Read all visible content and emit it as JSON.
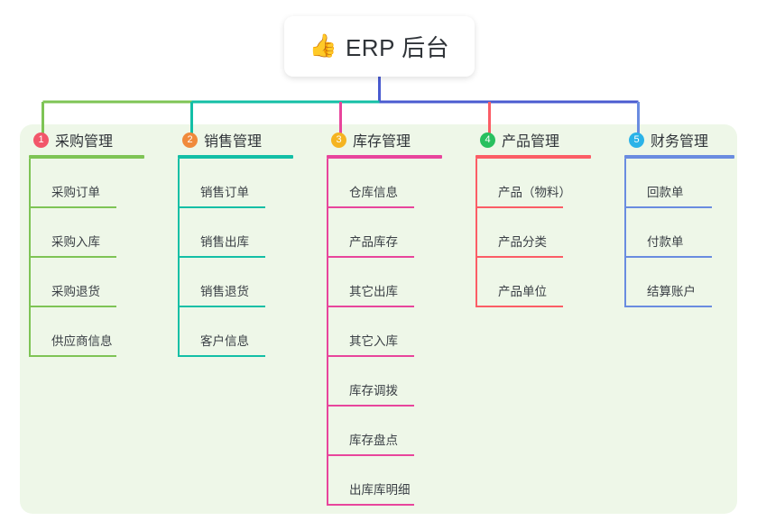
{
  "root": {
    "emoji": "👍",
    "emoji_name": "thumbs-up-icon",
    "label": "ERP 后台"
  },
  "panel": {
    "background": "#eef7e8"
  },
  "connectors": {
    "trunk_color": "#4a5bd0",
    "segments": [
      {
        "color": "#7ec455"
      },
      {
        "color": "#13bfa6"
      },
      {
        "color": "#4a5bd0"
      }
    ]
  },
  "columns": [
    {
      "index": "1",
      "title": "采购管理",
      "color": "#7ec455",
      "badge_color": "#f2566a",
      "items": [
        {
          "label": "采购订单"
        },
        {
          "label": "采购入库"
        },
        {
          "label": "采购退货"
        },
        {
          "label": "供应商信息"
        }
      ]
    },
    {
      "index": "2",
      "title": "销售管理",
      "color": "#13bfa6",
      "badge_color": "#f08a3c",
      "items": [
        {
          "label": "销售订单"
        },
        {
          "label": "销售出库"
        },
        {
          "label": "销售退货"
        },
        {
          "label": "客户信息"
        }
      ]
    },
    {
      "index": "3",
      "title": "库存管理",
      "color": "#e8459c",
      "badge_color": "#f5b421",
      "items": [
        {
          "label": "仓库信息"
        },
        {
          "label": "产品库存"
        },
        {
          "label": "其它出库"
        },
        {
          "label": "其它入库"
        },
        {
          "label": "库存调拨"
        },
        {
          "label": "库存盘点"
        },
        {
          "label": "出库库明细"
        }
      ]
    },
    {
      "index": "4",
      "title": "产品管理",
      "color": "#fb5d66",
      "badge_color": "#28c05f",
      "items": [
        {
          "label": "产品（物料）"
        },
        {
          "label": "产品分类"
        },
        {
          "label": "产品单位"
        }
      ]
    },
    {
      "index": "5",
      "title": "财务管理",
      "color": "#6a8ce0",
      "badge_color": "#2bb3e8",
      "items": [
        {
          "label": "回款单"
        },
        {
          "label": "付款单"
        },
        {
          "label": "结算账户"
        }
      ]
    }
  ]
}
